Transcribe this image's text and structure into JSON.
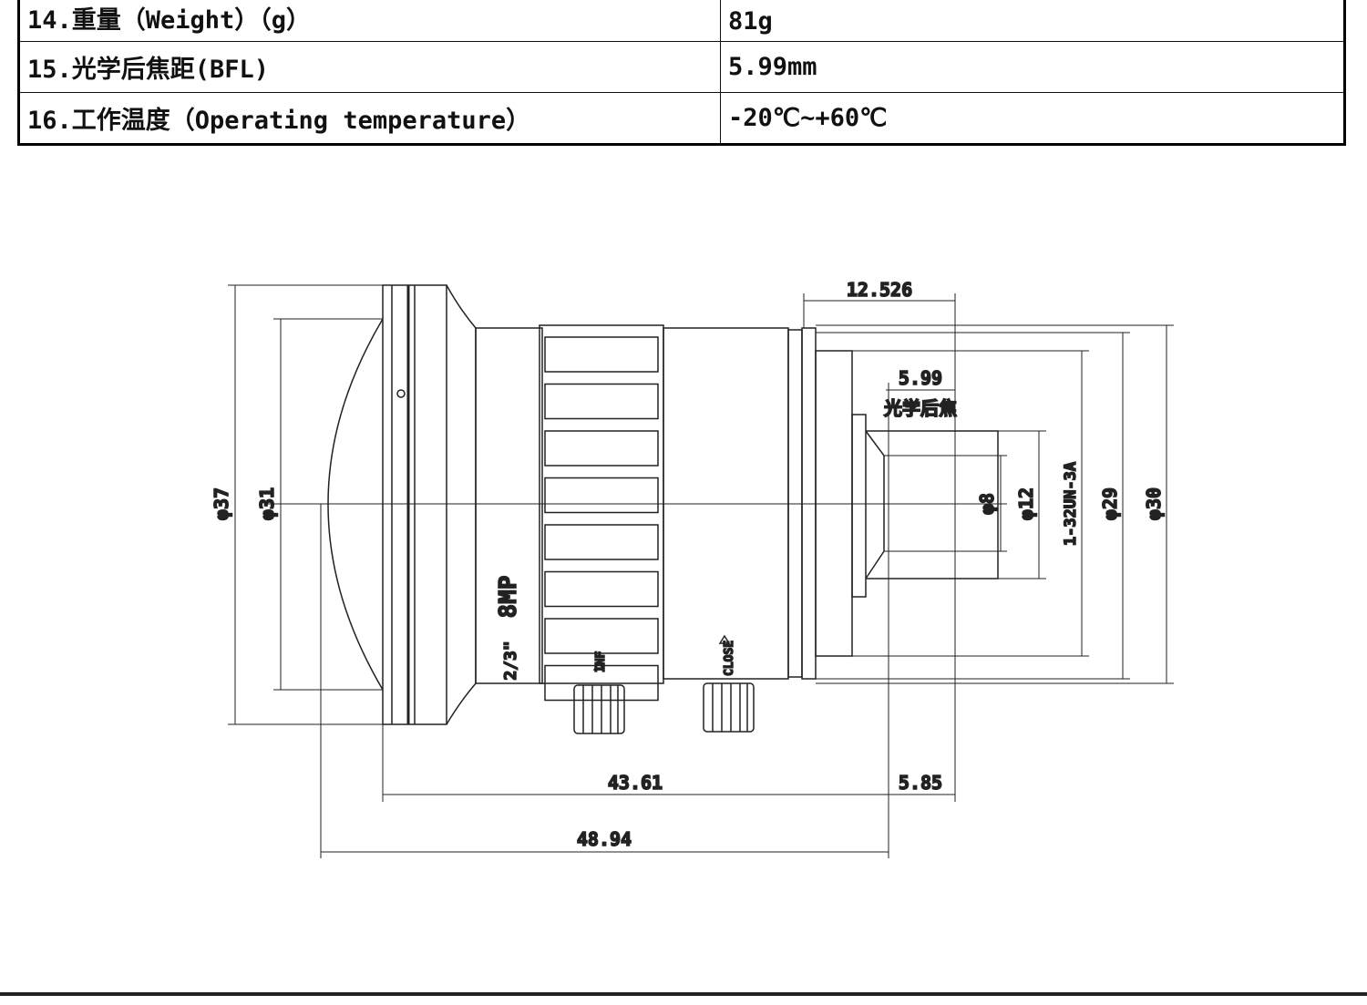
{
  "spec_table": {
    "rows": [
      {
        "label": "14.重量（Weight）（g）",
        "value": "81g"
      },
      {
        "label": "15.光学后焦距(BFL)",
        "value": "5.99mm"
      },
      {
        "label": "16.工作温度（Operating temperature）",
        "value": "-20℃~+60℃"
      }
    ]
  },
  "drawing": {
    "dims": {
      "d37": "φ37",
      "d31": "φ31",
      "d8": "φ8",
      "d12": "φ12",
      "thread": "1-32UN-3A",
      "d29": "φ29",
      "d30": "φ30",
      "top_len": "12.526",
      "bfl": "5.99",
      "bfl_label": "光学后焦",
      "len_4361": "43.61",
      "len_585": "5.85",
      "len_4894": "48.94"
    },
    "markings": {
      "resolution": "8MP",
      "format": "2/3\"",
      "focus_knob": "INF",
      "iris_knob": "CLOSE"
    }
  }
}
